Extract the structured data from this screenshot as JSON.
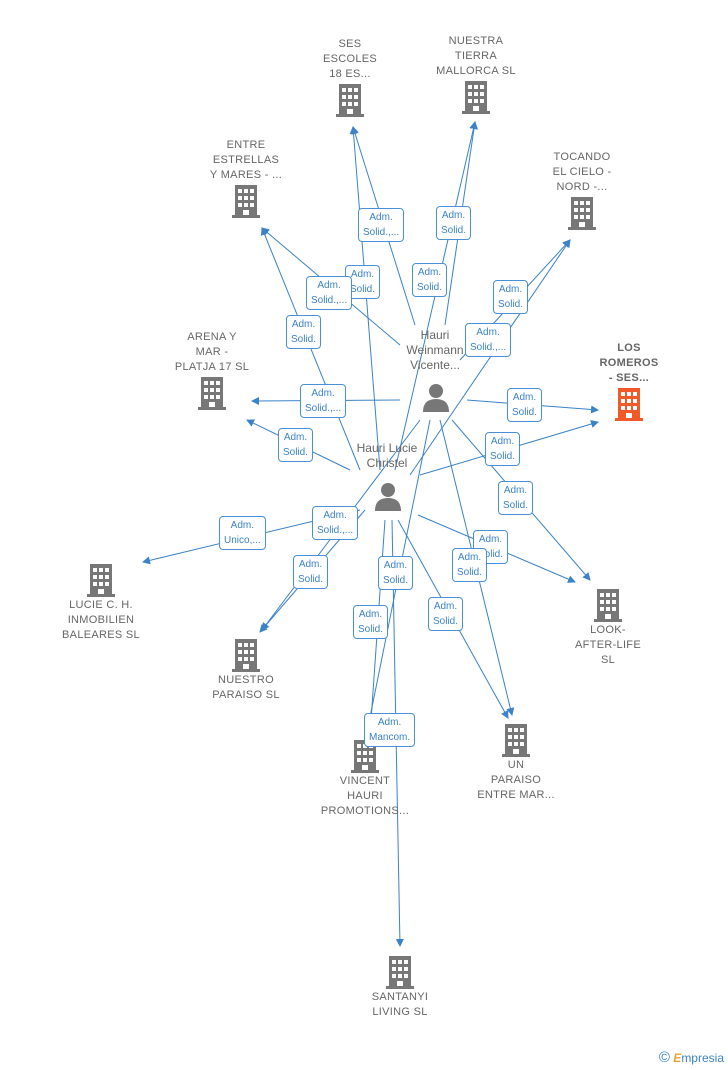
{
  "colors": {
    "edge": "#3b82c8",
    "building": "#777777",
    "focus": "#f05a28",
    "person": "#777777"
  },
  "companies": [
    {
      "id": "ses-escoles",
      "label": "SES\nESCOLES\n18 ES..."
    },
    {
      "id": "nuestra-tierra",
      "label": "NUESTRA\nTIERRA\nMALLORCA  SL"
    },
    {
      "id": "entre-estrellas",
      "label": "ENTRE\nESTRELLAS\nY MARES - ..."
    },
    {
      "id": "tocando-el-cielo",
      "label": "TOCANDO\nEL CIELO -\nNORD -..."
    },
    {
      "id": "arena-y-mar",
      "label": "ARENA Y\nMAR -\nPLATJA 17  SL"
    },
    {
      "id": "los-romeros",
      "label": "LOS\nROMEROS\n-  SES..."
    },
    {
      "id": "lucie-c-h",
      "label": "LUCIE C.  H.\nINMOBILIEN\nBALEARES  SL"
    },
    {
      "id": "look-after-life",
      "label": "LOOK-\nAFTER-LIFE\nSL"
    },
    {
      "id": "nuestro-paraiso",
      "label": "NUESTRO\nPARAISO  SL"
    },
    {
      "id": "vincent-hauri",
      "label": "VINCENT\nHAURI\nPROMOTIONS..."
    },
    {
      "id": "un-paraiso",
      "label": "UN\nPARAISO\nENTRE MAR..."
    },
    {
      "id": "santanyi-living",
      "label": "SANTANYI\nLIVING  SL"
    }
  ],
  "persons": [
    {
      "id": "hauri-weinmann",
      "label": "Hauri\nWeinmann\nVicente..."
    },
    {
      "id": "hauri-lucie",
      "label": "Hauri Lucie\nChristel"
    }
  ],
  "badges": [
    "Adm.\nSolid.,...",
    "Adm.\nSolid.",
    "Adm.\nSolid.",
    "Adm.\nSolid.",
    "Adm.\nSolid.,...",
    "Adm.\nSolid.",
    "Adm.\nSolid.",
    "Adm.\nSolid.,...",
    "Adm.\nSolid.",
    "Adm.\nSolid.,...",
    "Adm.\nSolid.",
    "Adm.\nSolid.",
    "Adm.\nSolid.",
    "Adm.\nUnico,...",
    "Adm.\nSolid.,...",
    "Adm.\nSolid.",
    "Adm.\nSolid.",
    "Adm.\nSolid.",
    "Adm.\nSolid.",
    "Adm.\nSolid.",
    "Adm.\nSolid.",
    "Adm.\nMancom."
  ],
  "footer": {
    "copyright": "©",
    "brand_e": "E",
    "brand_rest": "mpresia"
  }
}
